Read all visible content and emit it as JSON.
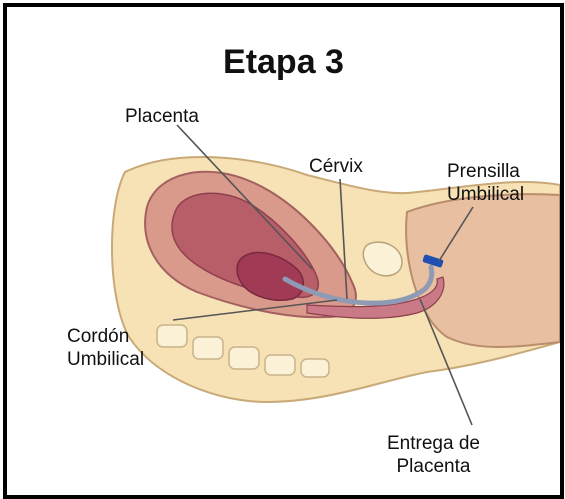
{
  "title": "Etapa 3",
  "labels": {
    "placenta": "Placenta",
    "cervix": "Cérvix",
    "prensilla_line1": "Prensilla",
    "prensilla_line2": "Umbilical",
    "cordon_line1": "Cordón",
    "cordon_line2": "Umbilical",
    "entrega_line1": "Entrega de",
    "entrega_line2": "Placenta"
  },
  "colors": {
    "frame_border": "#000000",
    "skin": "#f6e2b4",
    "uterus_outer": "#d99a8c",
    "uterus_inner": "#b85e68",
    "placenta": "#a03a55",
    "cord": "#8f9bb4",
    "clamp": "#1f4fb0",
    "leader_line": "#555555"
  }
}
